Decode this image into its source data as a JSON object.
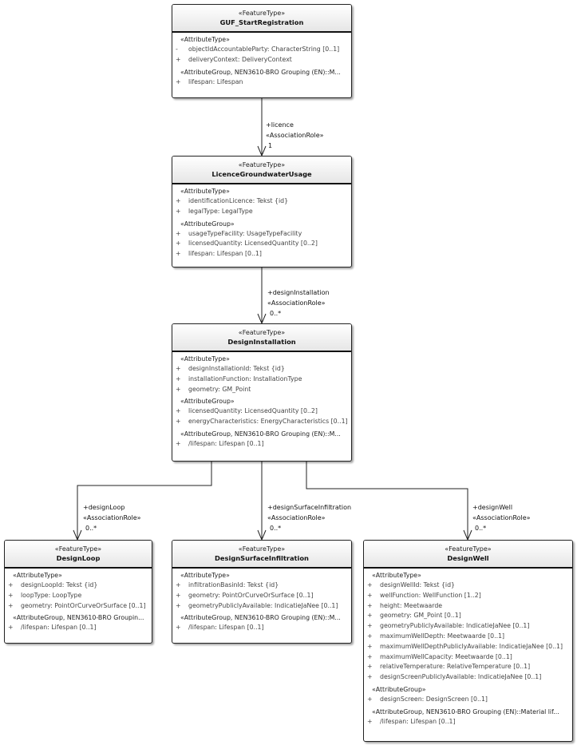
{
  "classes": [
    {
      "stereotype": "«FeatureType»",
      "name": "GUF_StartRegistration",
      "sections": [
        {
          "title": "«AttributeType»",
          "attrs": [
            {
              "vis": "-",
              "text": "objectIdAccountableParty: CharacterString [0..1]"
            },
            {
              "vis": "+",
              "text": "deliveryContext: DeliveryContext"
            }
          ]
        },
        {
          "title": "«AttributeGroup, NEN3610-BRO Grouping (EN)::M...",
          "attrs": [
            {
              "vis": "+",
              "text": "lifespan: Lifespan"
            }
          ]
        }
      ]
    },
    {
      "stereotype": "«FeatureType»",
      "name": "LicenceGroundwaterUsage",
      "sections": [
        {
          "title": "«AttributeType»",
          "attrs": [
            {
              "vis": "+",
              "text": "identificationLicence: Tekst {id}"
            },
            {
              "vis": "+",
              "text": "legalType: LegalType"
            }
          ]
        },
        {
          "title": "«AttributeGroup»",
          "attrs": [
            {
              "vis": "+",
              "text": "usageTypeFacility: UsageTypeFacility"
            },
            {
              "vis": "+",
              "text": "licensedQuantity: LicensedQuantity [0..2]"
            },
            {
              "vis": "+",
              "text": "lifespan: Lifespan [0..1]"
            }
          ]
        }
      ]
    },
    {
      "stereotype": "«FeatureType»",
      "name": "DesignInstallation",
      "sections": [
        {
          "title": "«AttributeType»",
          "attrs": [
            {
              "vis": "+",
              "text": "designInstallationId: Tekst {id}"
            },
            {
              "vis": "+",
              "text": "installationFunction: InstallationType"
            },
            {
              "vis": "+",
              "text": "geometry: GM_Point"
            }
          ]
        },
        {
          "title": "«AttributeGroup»",
          "attrs": [
            {
              "vis": "+",
              "text": "licensedQuantity: LicensedQuantity [0..2]"
            },
            {
              "vis": "+",
              "text": "energyCharacteristics: EnergyCharacteristics [0..1]"
            }
          ]
        },
        {
          "title": "«AttributeGroup, NEN3610-BRO Grouping (EN)::M...",
          "attrs": [
            {
              "vis": "+",
              "text": "/lifespan: Lifespan [0..1]"
            }
          ]
        }
      ]
    },
    {
      "stereotype": "«FeatureType»",
      "name": "DesignLoop",
      "sections": [
        {
          "title": "«AttributeType»",
          "attrs": [
            {
              "vis": "+",
              "text": "designLoopId: Tekst {id}"
            },
            {
              "vis": "+",
              "text": "loopType: LoopType"
            },
            {
              "vis": "+",
              "text": "geometry: PointOrCurveOrSurface [0..1]"
            }
          ]
        },
        {
          "title": "«AttributeGroup, NEN3610-BRO Groupin...",
          "attrs": [
            {
              "vis": "+",
              "text": "/lifespan: Lifespan [0..1]"
            }
          ]
        }
      ]
    },
    {
      "stereotype": "«FeatureType»",
      "name": "DesignSurfaceInfiltration",
      "sections": [
        {
          "title": "«AttributeType»",
          "attrs": [
            {
              "vis": "+",
              "text": "infiltrationBasinId: Tekst {id}"
            },
            {
              "vis": "+",
              "text": "geometry: PointOrCurveOrSurface [0..1]"
            },
            {
              "vis": "+",
              "text": "geometryPubliclyAvailable: IndicatieJaNee [0..1]"
            }
          ]
        },
        {
          "title": "«AttributeGroup, NEN3610-BRO Grouping (EN)::M...",
          "attrs": [
            {
              "vis": "+",
              "text": "/lifespan: Lifespan [0..1]"
            }
          ]
        }
      ]
    },
    {
      "stereotype": "«FeatureType»",
      "name": "DesignWell",
      "sections": [
        {
          "title": "«AttributeType»",
          "attrs": [
            {
              "vis": "+",
              "text": "designWellId: Tekst {id}"
            },
            {
              "vis": "+",
              "text": "wellFunction: WellFunction [1..2]"
            },
            {
              "vis": "+",
              "text": "height: Meetwaarde"
            },
            {
              "vis": "+",
              "text": "geometry: GM_Point [0..1]"
            },
            {
              "vis": "+",
              "text": "geometryPubliclyAvailable: IndicatieJaNee [0..1]"
            },
            {
              "vis": "+",
              "text": "maximumWellDepth: Meetwaarde [0..1]"
            },
            {
              "vis": "+",
              "text": "maximumWellDepthPubliclyAvailable: IndicatieJaNee [0..1]"
            },
            {
              "vis": "+",
              "text": "maximumWellCapacity: Meetwaarde [0..1]"
            },
            {
              "vis": "+",
              "text": "relativeTemperature: RelativeTemperature [0..1]"
            },
            {
              "vis": "+",
              "text": "designScreenPubliclyAvailable: IndicatieJaNee [0..1]"
            }
          ]
        },
        {
          "title": "«AttributeGroup»",
          "attrs": [
            {
              "vis": "+",
              "text": "designScreen: DesignScreen [0..1]"
            }
          ]
        },
        {
          "title": "«AttributeGroup, NEN3610-BRO Grouping (EN)::Material lif...",
          "attrs": [
            {
              "vis": "+",
              "text": "/lifespan: Lifespan [0..1]"
            }
          ]
        }
      ]
    }
  ],
  "associations": [
    {
      "role": "+licence",
      "stereotype": "«AssociationRole»",
      "multiplicity": "1"
    },
    {
      "role": "+designInstallation",
      "stereotype": "«AssociationRole»",
      "multiplicity": "0..*"
    },
    {
      "role": "+designLoop",
      "stereotype": "«AssociationRole»",
      "multiplicity": "0..*"
    },
    {
      "role": "+designSurfaceInfiltration",
      "stereotype": "«AssociationRole»",
      "multiplicity": "0..*"
    },
    {
      "role": "+designWell",
      "stereotype": "«AssociationRole»",
      "multiplicity": "0..*"
    }
  ]
}
